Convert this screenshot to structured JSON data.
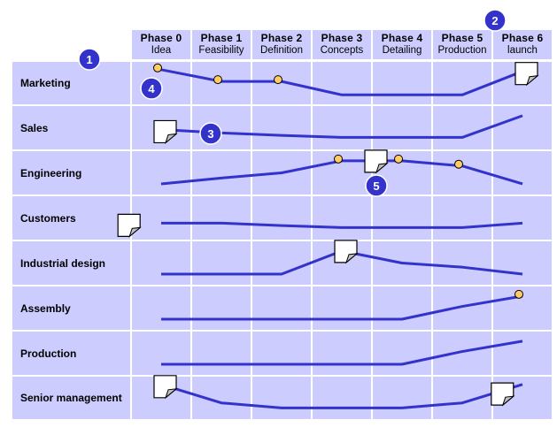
{
  "phases": [
    {
      "phase": "Phase 0",
      "name": "Idea"
    },
    {
      "phase": "Phase 1",
      "name": "Feasibility"
    },
    {
      "phase": "Phase 2",
      "name": "Definition"
    },
    {
      "phase": "Phase 3",
      "name": "Concepts"
    },
    {
      "phase": "Phase 4",
      "name": "Detailing"
    },
    {
      "phase": "Phase 5",
      "name": "Production"
    },
    {
      "phase": "Phase 6",
      "name": "launch"
    }
  ],
  "rows": [
    {
      "label": "Marketing",
      "curve": [
        [
          0,
          0.1
        ],
        [
          1,
          0.45
        ],
        [
          2,
          0.45
        ],
        [
          3,
          0.85
        ],
        [
          4,
          0.85
        ],
        [
          5,
          0.85
        ],
        [
          6,
          0.15
        ]
      ],
      "dots": [
        0,
        1,
        2
      ],
      "docs": [
        6
      ]
    },
    {
      "label": "Sales",
      "curve": [
        [
          0,
          0.55
        ],
        [
          1,
          0.65
        ],
        [
          2,
          0.72
        ],
        [
          3,
          0.78
        ],
        [
          4,
          0.78
        ],
        [
          5,
          0.78
        ],
        [
          6,
          0.15
        ]
      ],
      "dots": [],
      "docs": [
        0
      ]
    },
    {
      "label": "Engineering",
      "curve": [
        [
          0,
          0.82
        ],
        [
          1,
          0.65
        ],
        [
          2,
          0.5
        ],
        [
          3,
          0.15
        ],
        [
          4,
          0.15
        ],
        [
          5,
          0.3
        ],
        [
          6,
          0.82
        ]
      ],
      "dots": [
        3,
        4,
        5
      ],
      "docs": [
        3.5
      ]
    },
    {
      "label": "Customers",
      "curve": [
        [
          0,
          0.65
        ],
        [
          1,
          0.65
        ],
        [
          2,
          0.72
        ],
        [
          3,
          0.78
        ],
        [
          4,
          0.78
        ],
        [
          5,
          0.78
        ],
        [
          6,
          0.65
        ]
      ],
      "dots": [],
      "docs": [
        -0.6
      ]
    },
    {
      "label": "Industrial design",
      "curve": [
        [
          0,
          0.82
        ],
        [
          1,
          0.82
        ],
        [
          2,
          0.82
        ],
        [
          3,
          0.15
        ],
        [
          4,
          0.5
        ],
        [
          5,
          0.62
        ],
        [
          6,
          0.82
        ]
      ],
      "dots": [],
      "docs": [
        3
      ]
    },
    {
      "label": "Assembly",
      "curve": [
        [
          0,
          0.82
        ],
        [
          1,
          0.82
        ],
        [
          2,
          0.82
        ],
        [
          3,
          0.82
        ],
        [
          4,
          0.82
        ],
        [
          5,
          0.45
        ],
        [
          6,
          0.15
        ]
      ],
      "dots": [
        6
      ],
      "docs": []
    },
    {
      "label": "Production",
      "curve": [
        [
          0,
          0.82
        ],
        [
          1,
          0.82
        ],
        [
          2,
          0.82
        ],
        [
          3,
          0.82
        ],
        [
          4,
          0.82
        ],
        [
          5,
          0.45
        ],
        [
          6,
          0.15
        ]
      ],
      "dots": [],
      "docs": []
    },
    {
      "label": "Senior management",
      "curve": [
        [
          0,
          0.1
        ],
        [
          1,
          0.65
        ],
        [
          2,
          0.8
        ],
        [
          3,
          0.8
        ],
        [
          4,
          0.8
        ],
        [
          5,
          0.65
        ],
        [
          6,
          0.1
        ]
      ],
      "dots": [],
      "docs": [
        0,
        5.6
      ]
    }
  ],
  "callouts": [
    "1",
    "2",
    "3",
    "4",
    "5"
  ],
  "colors": {
    "cell": "#ccccff",
    "line": "#3333cc",
    "dot": "#ffcc66",
    "callout": "#3333cc",
    "grid": "#ffffff"
  }
}
